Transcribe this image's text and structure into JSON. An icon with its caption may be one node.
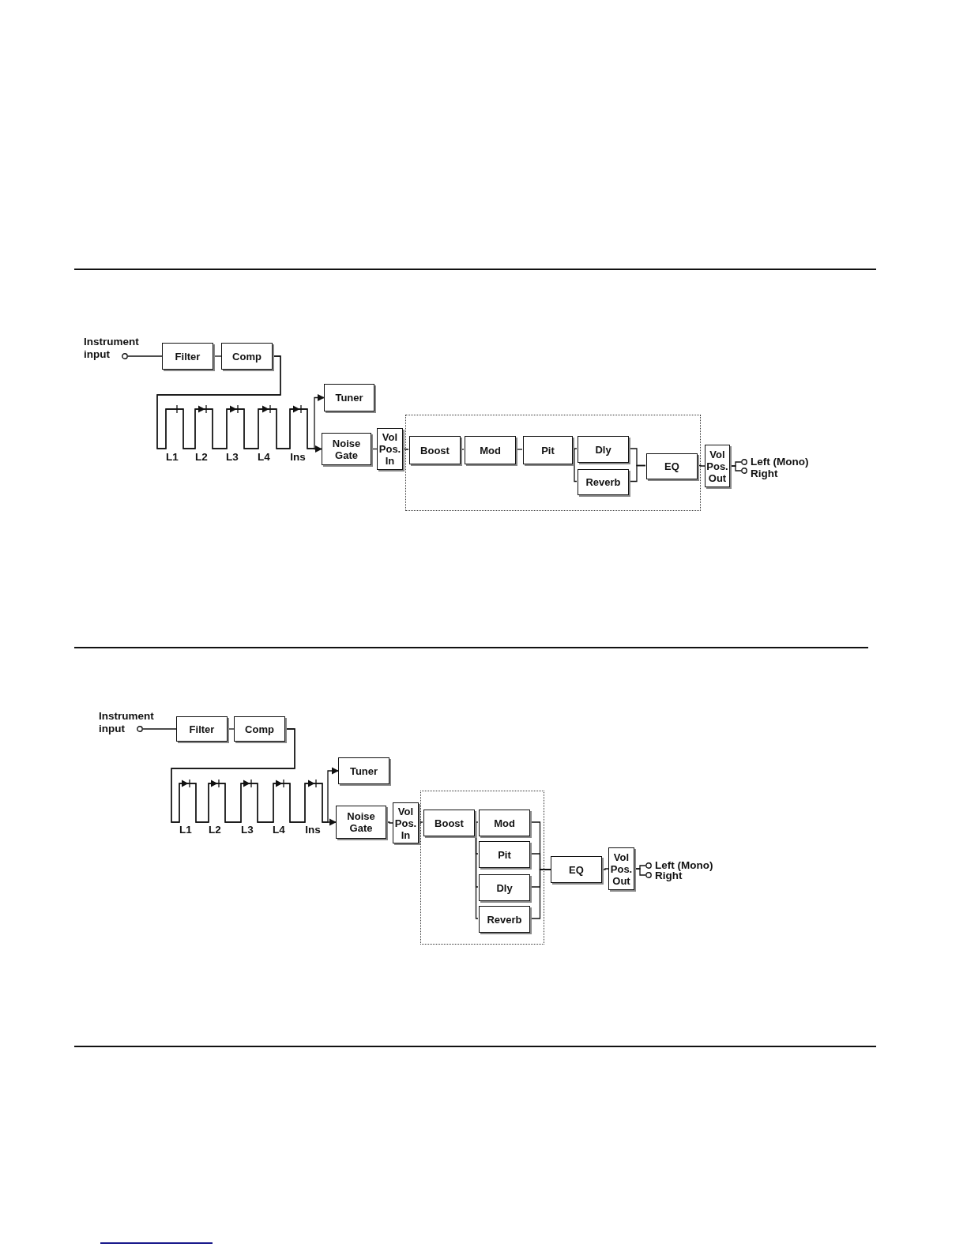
{
  "diagram": {
    "nodes": [
      {
        "text": [],
        "shape": "circle",
        "beside": [
          "Instrument input"
        ]
      },
      {
        "text": [
          "Filter"
        ]
      },
      {
        "text": [
          "Comp"
        ]
      },
      {
        "text": [
          "Tuner"
        ]
      },
      {
        "text": [
          "Noise Gate"
        ]
      },
      {
        "text": [
          "Vol Pos. In"
        ]
      },
      {
        "text": [],
        "shape": "box"
      },
      {
        "text": [
          "Boost"
        ],
        "in": 6
      },
      {
        "text": [
          "Mod"
        ],
        "in": 6
      },
      {
        "text": [
          "Pit"
        ],
        "in": 6
      },
      {
        "text": [
          "Dly"
        ],
        "in": 6
      },
      {
        "text": [
          "Reverb"
        ],
        "in": 6
      },
      {
        "text": [
          "EQ"
        ],
        "in": 6
      },
      {
        "text": [
          "Vol Pos. Out"
        ]
      },
      {
        "text": [],
        "shape": "circle",
        "beside": [
          "Left (Mono)"
        ]
      },
      {
        "text": [],
        "shape": "circle",
        "beside": [
          "Right"
        ]
      },
      {
        "text": [],
        "shape": "circle",
        "beside": [
          "Instrument input"
        ]
      },
      {
        "text": [
          "Filter"
        ]
      },
      {
        "text": [
          "Comp"
        ]
      },
      {
        "text": [
          "Tuner"
        ]
      },
      {
        "text": [
          "Noise Gate"
        ]
      },
      {
        "text": [
          "Vol Pos. In"
        ]
      },
      {
        "text": [],
        "shape": "box"
      },
      {
        "text": [
          "Boost"
        ],
        "in": 22
      },
      {
        "text": [
          "Mod"
        ],
        "in": 22
      },
      {
        "text": [
          "Pit"
        ],
        "in": 22
      },
      {
        "text": [
          "Dly"
        ],
        "in": 22
      },
      {
        "text": [
          "Reverb"
        ],
        "in": 22
      },
      {
        "text": [
          "EQ"
        ]
      },
      {
        "text": [
          "Vol Pos. Out"
        ]
      },
      {
        "text": [],
        "shape": "circle",
        "beside": [
          "Left (Mono)"
        ]
      },
      {
        "text": [],
        "shape": "circle",
        "beside": [
          "Right"
        ]
      }
    ],
    "edges": [
      {
        "from": 0,
        "to": 1,
        "arrow": "none"
      },
      {
        "from": 1,
        "to": 2,
        "arrow": "none"
      },
      {
        "from": 2,
        "to": 3,
        "arrow": "to"
      },
      {
        "from": 2,
        "to": 4,
        "arrow": "to"
      },
      {
        "from": 4,
        "to": 5,
        "arrow": "none"
      },
      {
        "from": 5,
        "to": 7,
        "arrow": "none"
      },
      {
        "from": 7,
        "to": 8,
        "arrow": "none"
      },
      {
        "from": 8,
        "to": 9,
        "arrow": "none"
      },
      {
        "from": 9,
        "to": 10,
        "arrow": "none"
      },
      {
        "from": 9,
        "to": 11,
        "arrow": "none"
      },
      {
        "from": 10,
        "to": 12,
        "arrow": "none"
      },
      {
        "from": 11,
        "to": 12,
        "arrow": "none"
      },
      {
        "from": 12,
        "to": 13,
        "arrow": "none"
      },
      {
        "from": 13,
        "to": 14,
        "arrow": "none"
      },
      {
        "from": 13,
        "to": 15,
        "arrow": "none"
      },
      {
        "from": 16,
        "to": 17,
        "arrow": "none"
      },
      {
        "from": 17,
        "to": 18,
        "arrow": "none"
      },
      {
        "from": 18,
        "to": 19,
        "arrow": "to"
      },
      {
        "from": 18,
        "to": 20,
        "arrow": "to"
      },
      {
        "from": 20,
        "to": 21,
        "arrow": "none"
      },
      {
        "from": 21,
        "to": 23,
        "arrow": "none"
      },
      {
        "from": 23,
        "to": 24,
        "arrow": "none"
      },
      {
        "from": 23,
        "to": 25,
        "arrow": "none"
      },
      {
        "from": 23,
        "to": 26,
        "arrow": "none"
      },
      {
        "from": 23,
        "to": 27,
        "arrow": "none"
      },
      {
        "from": 24,
        "to": 28,
        "arrow": "none"
      },
      {
        "from": 25,
        "to": 28,
        "arrow": "none"
      },
      {
        "from": 26,
        "to": 28,
        "arrow": "none"
      },
      {
        "from": 27,
        "to": 28,
        "arrow": "none"
      },
      {
        "from": 28,
        "to": 29,
        "arrow": "none"
      },
      {
        "from": 29,
        "to": 30,
        "arrow": "none"
      },
      {
        "from": 29,
        "to": 31,
        "arrow": "none"
      }
    ],
    "labels": [
      "L1",
      "L2",
      "L3",
      "L4",
      "Ins",
      "L1",
      "L2",
      "L3",
      "L4",
      "Ins"
    ]
  }
}
